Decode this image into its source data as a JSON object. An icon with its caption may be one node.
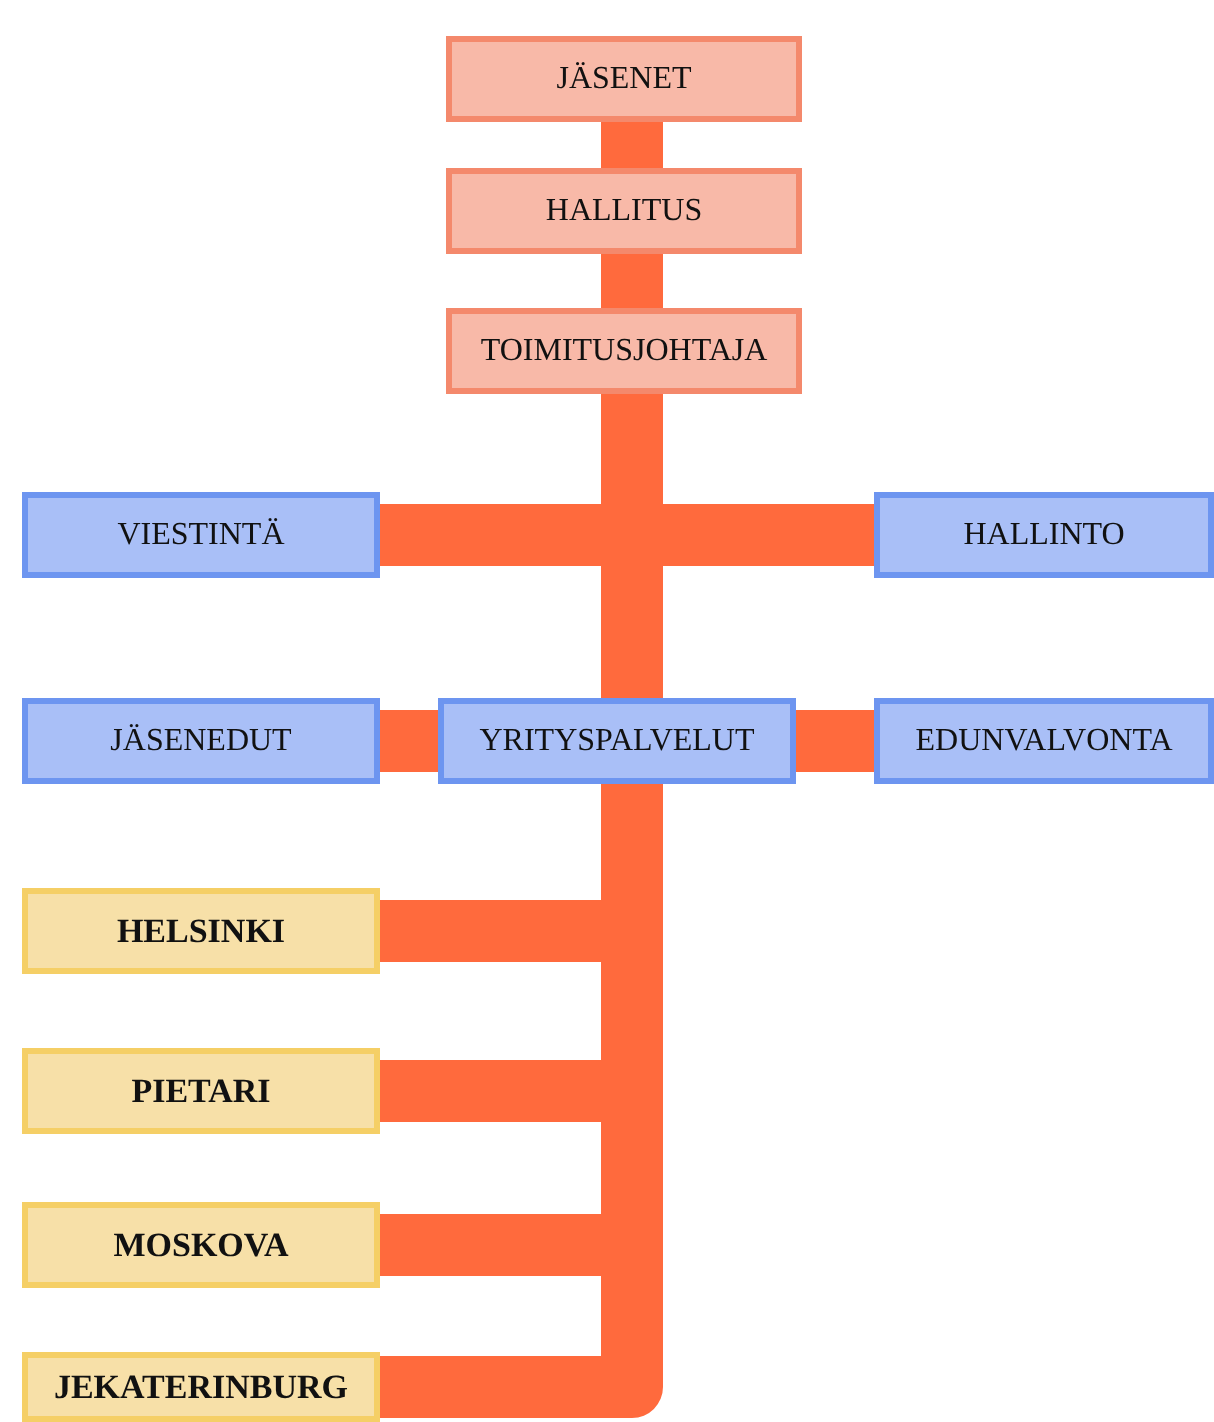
{
  "diagram": {
    "nodes": [
      {
        "text": [
          "JÄSENET"
        ]
      },
      {
        "text": [
          "HALLITUS"
        ]
      },
      {
        "text": [
          "TOIMITUSJOHTAJA"
        ]
      },
      {
        "text": [
          "VIESTINTÄ"
        ]
      },
      {
        "text": [
          "HALLINTO"
        ]
      },
      {
        "text": [
          "JÄSENEDUT"
        ]
      },
      {
        "text": [
          "YRITYSPALVELUT"
        ]
      },
      {
        "text": [
          "EDUNVALVONTA"
        ]
      },
      {
        "text": [
          "HELSINKI"
        ]
      },
      {
        "text": [
          "PIETARI"
        ]
      },
      {
        "text": [
          "MOSKOVA"
        ]
      },
      {
        "text": [
          "JEKATERINBURG"
        ]
      }
    ],
    "edges": [
      {
        "from": 0,
        "to": 1,
        "arrow": "none"
      },
      {
        "from": 1,
        "to": 2,
        "arrow": "none"
      },
      {
        "from": 2,
        "to": 3,
        "arrow": "none"
      },
      {
        "from": 2,
        "to": 4,
        "arrow": "none"
      },
      {
        "from": 2,
        "to": 6,
        "arrow": "none"
      },
      {
        "from": 6,
        "to": 5,
        "arrow": "none"
      },
      {
        "from": 6,
        "to": 7,
        "arrow": "none"
      },
      {
        "from": 6,
        "to": 8,
        "arrow": "none"
      },
      {
        "from": 6,
        "to": 9,
        "arrow": "none"
      },
      {
        "from": 6,
        "to": 10,
        "arrow": "none"
      },
      {
        "from": 6,
        "to": 11,
        "arrow": "none"
      }
    ]
  }
}
